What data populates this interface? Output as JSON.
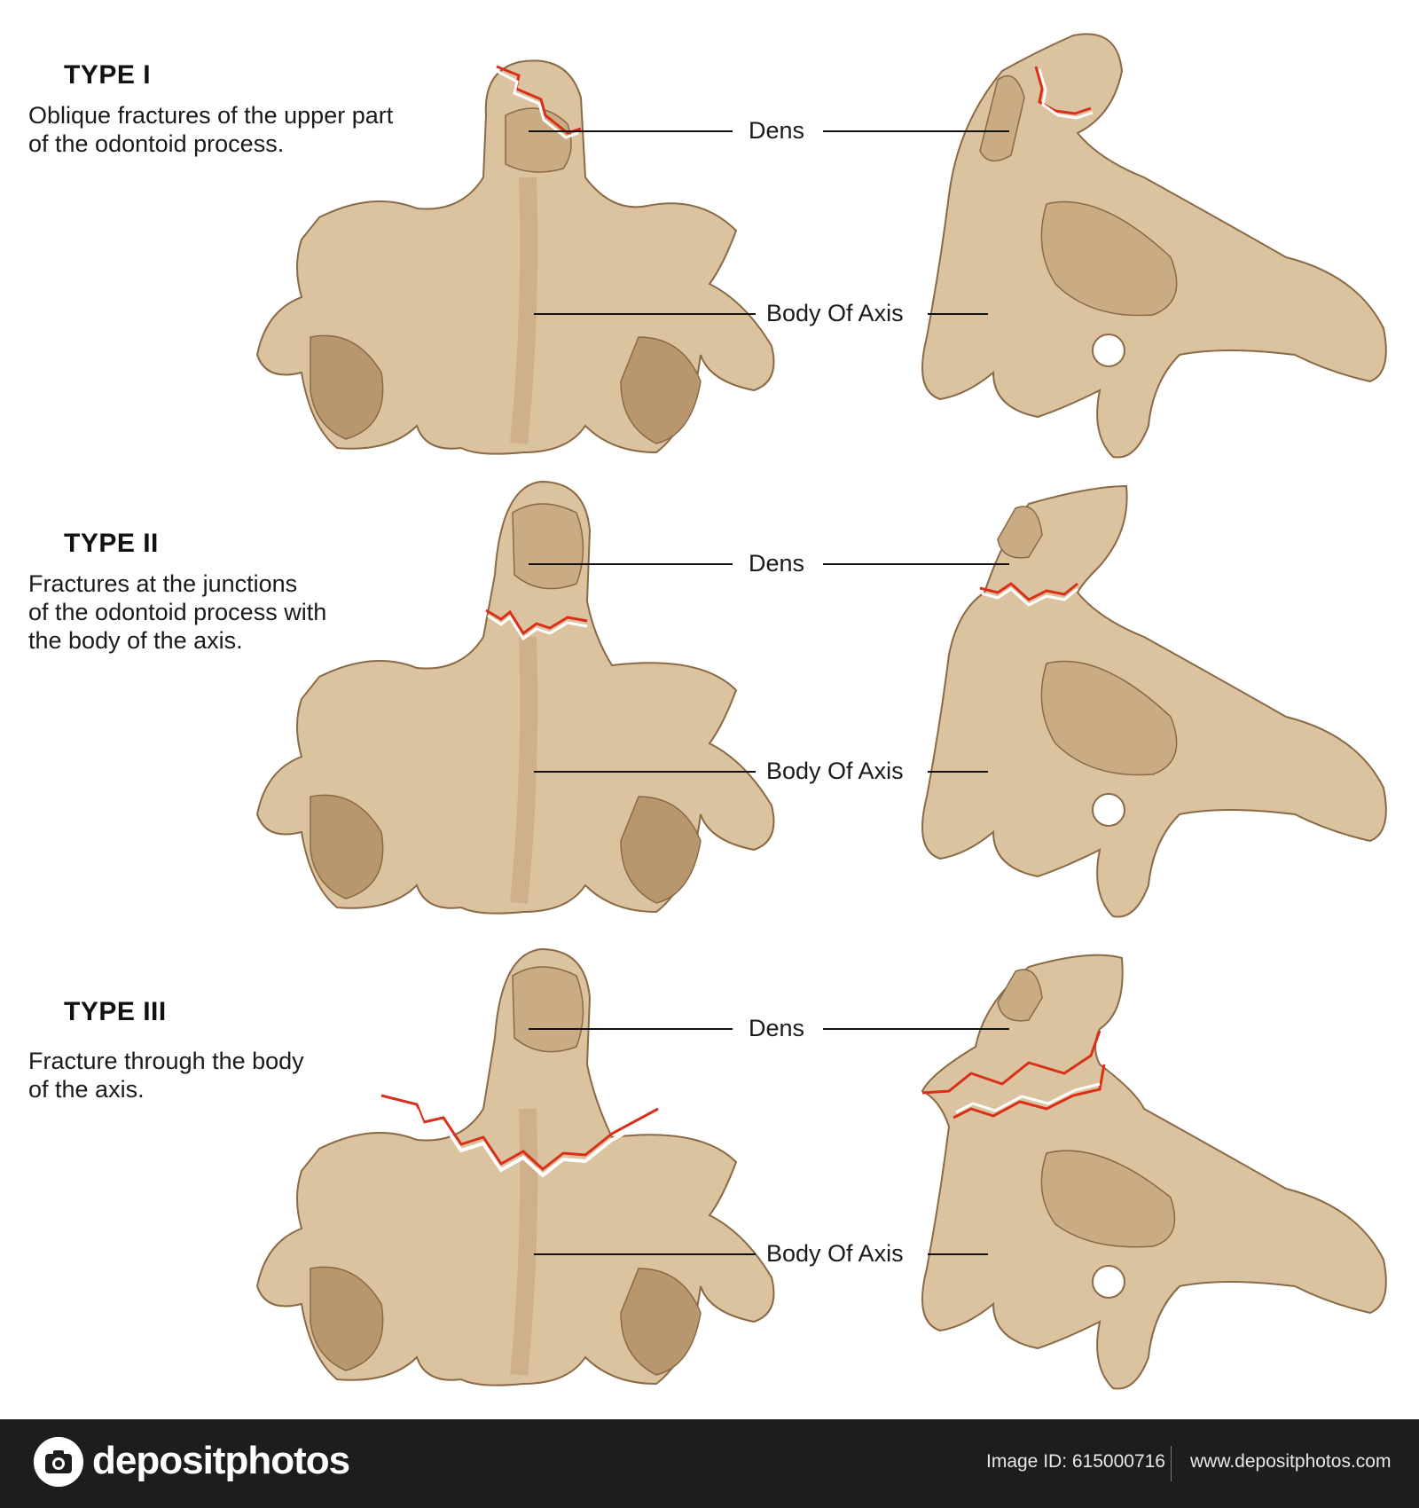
{
  "colors": {
    "bone_fill": "#dcc3a0",
    "bone_shade": "#b8976e",
    "bone_outline": "#8a6a45",
    "fracture_line": "#d9301a",
    "footer_bg": "#1d1d1d"
  },
  "panels": [
    {
      "title": "TYPE I",
      "description": [
        "Oblique fractures of the upper part",
        "of the odontoid process."
      ],
      "dens_label": "Dens",
      "body_label": "Body Of Axis"
    },
    {
      "title": "TYPE II",
      "description": [
        "Fractures at the junctions",
        "of the odontoid process with",
        "the body of the axis."
      ],
      "dens_label": "Dens",
      "body_label": "Body Of Axis"
    },
    {
      "title": "TYPE III",
      "description": [
        "Fracture through the body",
        "of the axis."
      ],
      "dens_label": "Dens",
      "body_label": "Body Of Axis"
    }
  ],
  "footer": {
    "brand": "depositphotos",
    "image_id": "Image ID: 615000716",
    "site": "www.depositphotos.com",
    "logo_icon": "camera-logo-icon"
  }
}
